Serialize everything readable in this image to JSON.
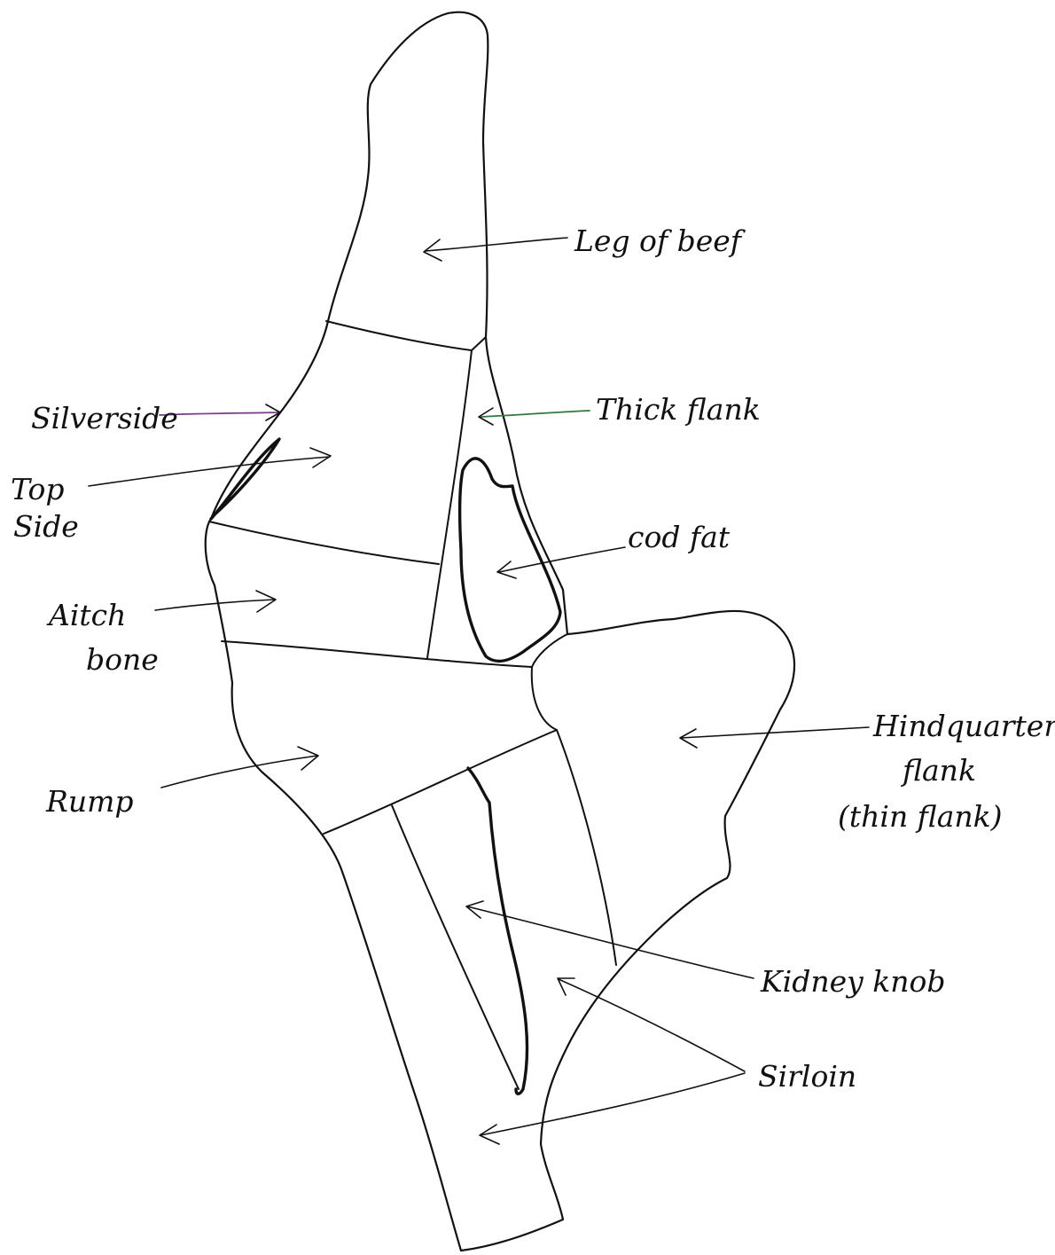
{
  "labels": {
    "leg_of_beef": "Leg of beef",
    "thick_flank": "Thick flank",
    "silverside": "Silverside",
    "top_side_line1": "Top",
    "top_side_line2": "Side",
    "cod_fat": "cod fat",
    "aitch_line1": "Aitch",
    "aitch_line2": "bone",
    "hindquarter_line1": "Hindquarter",
    "hindquarter_line2": "flank",
    "hindquarter_line3": "(thin flank)",
    "rump": "Rump",
    "kidney_knob": "Kidney knob",
    "sirloin": "Sirloin"
  },
  "colors": {
    "ink": "#111111",
    "silverside_leader": "#7a3b8a",
    "thick_flank_leader": "#2f7a3c"
  }
}
